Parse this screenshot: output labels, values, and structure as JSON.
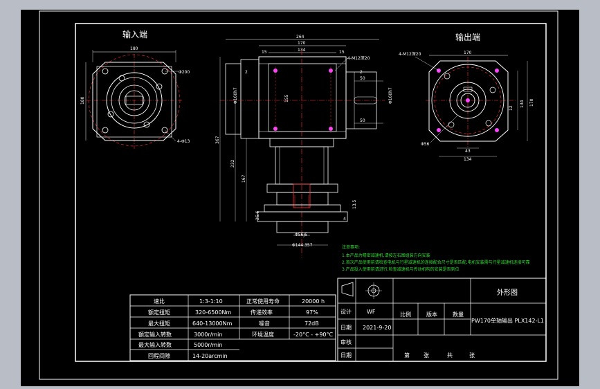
{
  "views": {
    "input_title": "输入端",
    "output_title": "输出端"
  },
  "dims": {
    "in_width": "180",
    "in_height": "180",
    "in_bolt_circle": "Φ200",
    "in_holes": "4-Φ13",
    "front_total": "264",
    "front_170": "170",
    "front_134": "134",
    "front_15a": "15",
    "front_15b": "15",
    "front_thread": "4-M12深20",
    "front_2a": "2",
    "front_2b": "2",
    "front_155": "155",
    "front_d160": "Φ160h7",
    "front_50a": "50",
    "front_50b": "50",
    "front_367": "367",
    "front_232": "232",
    "front_167": "167",
    "front_d160b": "Φ160h7",
    "front_135": "13.5",
    "front_4": "4",
    "front_256": "25.6",
    "front_d56": "Φ56j6",
    "front_d144": "Φ144.357",
    "out_holes": "4-M12深20",
    "out_170": "170",
    "out_d56": "Φ56",
    "out_43": "43",
    "out_12": "12",
    "out_134a": "134",
    "out_134b": "134",
    "out_170b": "170"
  },
  "notes": {
    "title": "注意事项:",
    "line1": "1.本产品为精密减速机,请按左右图组装方向安装",
    "line2": "2.首次产品使用前请检查电机与行星减速机的连接配合尺寸是否匹配,电机安装需与行星减速机连接可靠",
    "line3": "3.产品投入使用前请进行,检查减速机与传动机构的安装是否到位"
  },
  "spec_table": {
    "rows": [
      {
        "k1": "速比",
        "v1": "1:3-1:10",
        "k2": "正常使用寿命",
        "v2": "20000 h"
      },
      {
        "k1": "额定扭矩",
        "v1": "320-6500Nm",
        "k2": "传递效率",
        "v2": "97%"
      },
      {
        "k1": "最大扭矩",
        "v1": "640-13000Nm",
        "k2": "噪音",
        "v2": "72dB"
      },
      {
        "k1": "额定输入转数",
        "v1": "3000r/min",
        "k2": "环境温度",
        "v2": "-20°C - +90°C"
      },
      {
        "k1": "最大输入转数",
        "v1": "5000r/min",
        "k2": "",
        "v2": ""
      },
      {
        "k1": "回程间隙",
        "v1": "14-20arcmin",
        "k2": "",
        "v2": ""
      }
    ]
  },
  "title_block": {
    "drawing_name": "外形图",
    "product": "PW170单轴输出 PLX142-L1",
    "design_label": "设计",
    "designer": "WF",
    "date_label": "日期",
    "date": "2021-9-20",
    "check_label": "审核",
    "date2_label": "日期",
    "scale_label": "比例",
    "version_label": "版本",
    "qty_label": "数量",
    "sheet_no": "第",
    "sheet_unit": "张",
    "total": "共",
    "total_unit": "张"
  }
}
